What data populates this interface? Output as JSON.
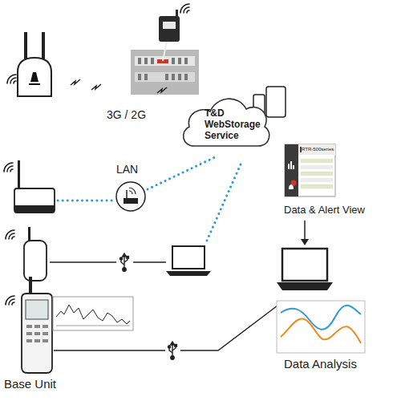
{
  "diagram": {
    "nodes": [
      {
        "text": [
          "T&D WebStorage Service"
        ]
      },
      {
        "text": [
          "RTR-500series",
          "Data & Alert View"
        ]
      },
      {
        "text": [
          "Data Analysis"
        ]
      }
    ],
    "labels": [
      "3G / 2G",
      "LAN",
      "Base Unit"
    ]
  }
}
